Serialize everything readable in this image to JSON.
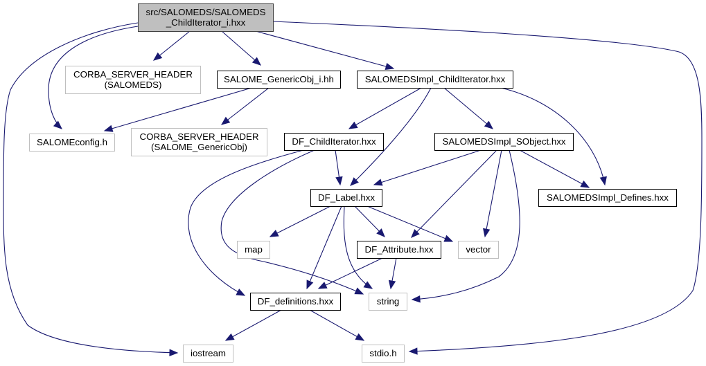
{
  "diagram": {
    "type": "include-dependency-graph",
    "colors": {
      "edge": "#191970",
      "root_fill": "#bfbfbf",
      "root_border": "#404040",
      "documented_border": "#000000",
      "undocumented_border": "#bfbfbf",
      "node_fill": "#ffffff"
    },
    "nodes": [
      {
        "id": "root",
        "lines": [
          "src/SALOMEDS/SALOMEDS",
          "_ChildIterator_i.hxx"
        ],
        "kind": "root"
      },
      {
        "id": "corba_salomeds",
        "lines": [
          "CORBA_SERVER_HEADER",
          "(SALOMEDS)"
        ],
        "kind": "external"
      },
      {
        "id": "salome_genericobj",
        "lines": [
          "SALOME_GenericObj_i.hh"
        ],
        "kind": "documented"
      },
      {
        "id": "salomedsimpl_childiterator",
        "lines": [
          "SALOMEDSImpl_ChildIterator.hxx"
        ],
        "kind": "documented"
      },
      {
        "id": "salomeconfig",
        "lines": [
          "SALOMEconfig.h"
        ],
        "kind": "external"
      },
      {
        "id": "corba_genericobj",
        "lines": [
          "CORBA_SERVER_HEADER",
          "(SALOME_GenericObj)"
        ],
        "kind": "external"
      },
      {
        "id": "df_childiterator",
        "lines": [
          "DF_ChildIterator.hxx"
        ],
        "kind": "documented"
      },
      {
        "id": "salomedsimpl_sobject",
        "lines": [
          "SALOMEDSImpl_SObject.hxx"
        ],
        "kind": "documented"
      },
      {
        "id": "salomedsimpl_defines",
        "lines": [
          "SALOMEDSImpl_Defines.hxx"
        ],
        "kind": "documented"
      },
      {
        "id": "df_label",
        "lines": [
          "DF_Label.hxx"
        ],
        "kind": "documented"
      },
      {
        "id": "map",
        "lines": [
          "map"
        ],
        "kind": "external"
      },
      {
        "id": "df_attribute",
        "lines": [
          "DF_Attribute.hxx"
        ],
        "kind": "documented"
      },
      {
        "id": "vector",
        "lines": [
          "vector"
        ],
        "kind": "external"
      },
      {
        "id": "df_definitions",
        "lines": [
          "DF_definitions.hxx"
        ],
        "kind": "documented"
      },
      {
        "id": "string",
        "lines": [
          "string"
        ],
        "kind": "external"
      },
      {
        "id": "iostream",
        "lines": [
          "iostream"
        ],
        "kind": "external"
      },
      {
        "id": "stdio",
        "lines": [
          "stdio.h"
        ],
        "kind": "external"
      }
    ],
    "edges": [
      {
        "from": "root",
        "to": "corba_salomeds"
      },
      {
        "from": "root",
        "to": "salome_genericobj"
      },
      {
        "from": "root",
        "to": "salomedsimpl_childiterator"
      },
      {
        "from": "root",
        "to": "salomeconfig"
      },
      {
        "from": "root",
        "to": "iostream"
      },
      {
        "from": "root",
        "to": "stdio"
      },
      {
        "from": "salome_genericobj",
        "to": "salomeconfig"
      },
      {
        "from": "salome_genericobj",
        "to": "corba_genericobj"
      },
      {
        "from": "salomedsimpl_childiterator",
        "to": "df_childiterator"
      },
      {
        "from": "salomedsimpl_childiterator",
        "to": "df_label"
      },
      {
        "from": "salomedsimpl_childiterator",
        "to": "salomedsimpl_sobject"
      },
      {
        "from": "salomedsimpl_childiterator",
        "to": "salomedsimpl_defines"
      },
      {
        "from": "df_childiterator",
        "to": "df_label"
      },
      {
        "from": "df_childiterator",
        "to": "df_definitions"
      },
      {
        "from": "df_childiterator",
        "to": "string"
      },
      {
        "from": "salomedsimpl_sobject",
        "to": "df_label"
      },
      {
        "from": "salomedsimpl_sobject",
        "to": "df_attribute"
      },
      {
        "from": "salomedsimpl_sobject",
        "to": "vector"
      },
      {
        "from": "salomedsimpl_sobject",
        "to": "string"
      },
      {
        "from": "salomedsimpl_sobject",
        "to": "salomedsimpl_defines"
      },
      {
        "from": "df_label",
        "to": "map"
      },
      {
        "from": "df_label",
        "to": "df_attribute"
      },
      {
        "from": "df_label",
        "to": "vector"
      },
      {
        "from": "df_label",
        "to": "df_definitions"
      },
      {
        "from": "df_label",
        "to": "string"
      },
      {
        "from": "df_attribute",
        "to": "df_definitions"
      },
      {
        "from": "df_attribute",
        "to": "string"
      },
      {
        "from": "df_definitions",
        "to": "iostream"
      },
      {
        "from": "df_definitions",
        "to": "stdio"
      }
    ]
  }
}
